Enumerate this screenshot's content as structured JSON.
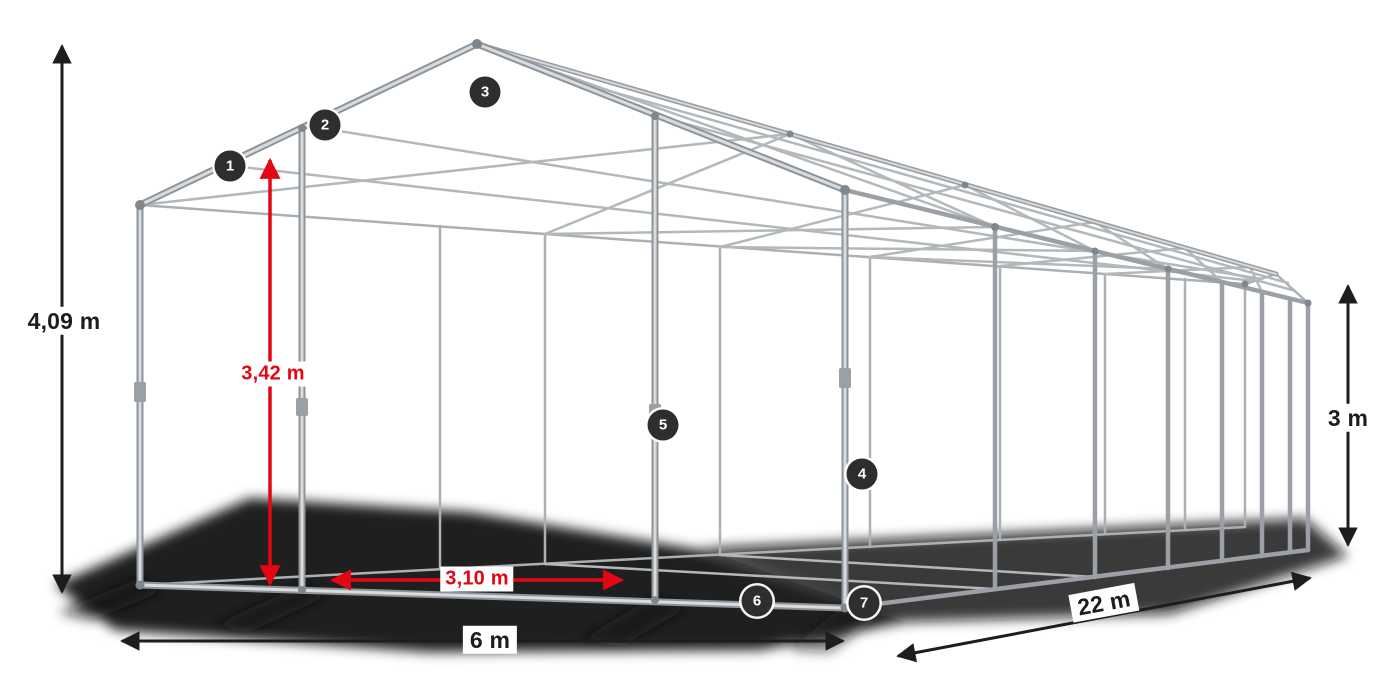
{
  "dimensions": {
    "total_height": "4,09 m",
    "entrance_height": "3,42 m",
    "side_height": "3 m",
    "width": "6 m",
    "length": "22 m",
    "entrance_width": "3,10 m"
  },
  "markers": [
    {
      "label": "1"
    },
    {
      "label": "2"
    },
    {
      "label": "3"
    },
    {
      "label": "4"
    },
    {
      "label": "5"
    },
    {
      "label": "6"
    },
    {
      "label": "7"
    }
  ],
  "colors": {
    "dimension_red": "#e30613",
    "dimension_black": "#1d1d1b",
    "frame_gray": "#b2b7ba",
    "badge_background": "#2e2e2e"
  }
}
